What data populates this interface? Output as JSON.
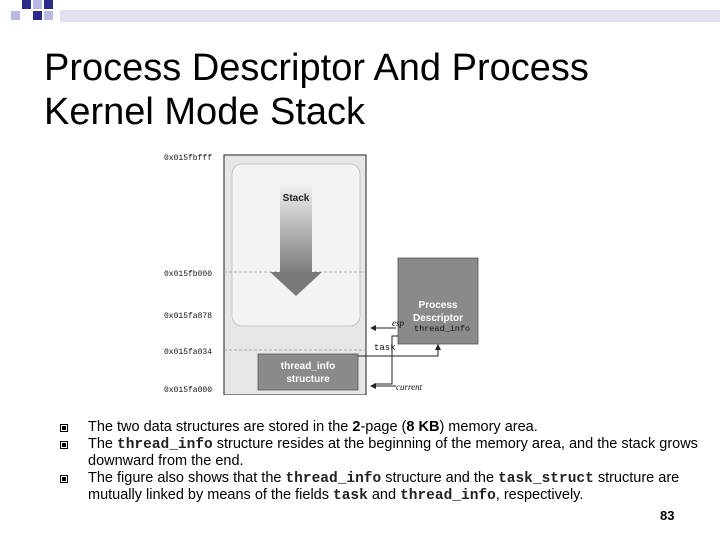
{
  "slide": {
    "title_line1": "Process Descriptor And Process",
    "title_line2": "Kernel Mode Stack",
    "page_number": "83",
    "accent_color": "#2a2a8c",
    "accent_light": "#b9b9e6"
  },
  "figure": {
    "addresses": [
      "0x015fbfff",
      "0x015fb000",
      "0x015fa878",
      "0x015fa034",
      "0x015fa000"
    ],
    "stack_label": "Stack",
    "thread_info_box_line1": "thread_info",
    "thread_info_box_line2": "structure",
    "process_descriptor_line1": "Process",
    "process_descriptor_line2": "Descriptor",
    "esp_label": "esp",
    "thread_info_label": "thread_info",
    "task_label": "task",
    "current_label": "current"
  },
  "bullets": {
    "b1_t1": "The two data structures are stored in the ",
    "b1_n1": "2",
    "b1_t2": "-page (",
    "b1_n2": "8 KB",
    "b1_t3": ") memory area.",
    "b2_t1": "The ",
    "b2_c1": "thread_info",
    "b2_t2": " structure resides at the beginning of the memory area, and the stack grows downward from the end.",
    "b3_t1": "The figure also shows that the ",
    "b3_c1": "thread_info",
    "b3_t2": " structure and the ",
    "b3_c2": "task_struct",
    "b3_t3": " structure are mutually linked by means of the fields ",
    "b3_c3": "task",
    "b3_t4": " and ",
    "b3_c4": "thread_info",
    "b3_t5": ", respectively."
  }
}
